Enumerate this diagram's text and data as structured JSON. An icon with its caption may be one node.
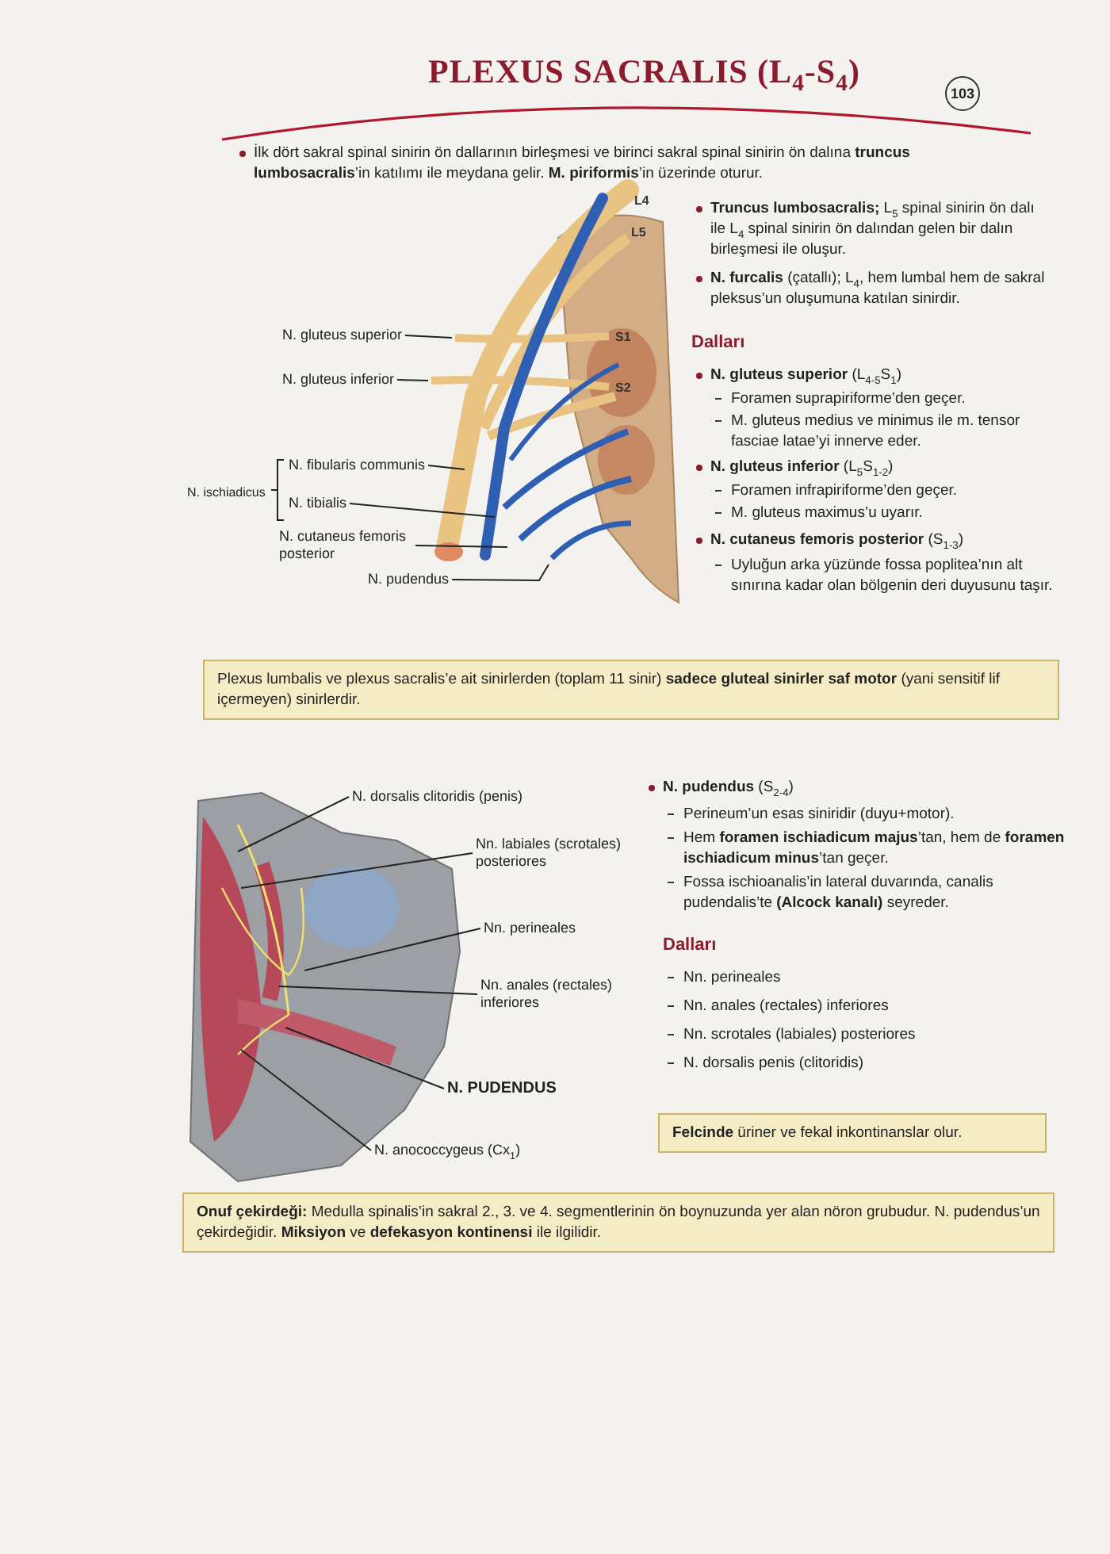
{
  "diagram": {
    "title": "PLEXUS SACRALIS (L$_{4}$-S$_{4}$)",
    "nodes": [
      {
        "text": [
          "N. gluteus superior"
        ]
      },
      {
        "text": [
          "N. gluteus inferior"
        ]
      },
      {
        "text": [
          "N. fibularis communis"
        ]
      },
      {
        "text": [
          "N. tibialis"
        ]
      },
      {
        "text": [
          "N. cutaneus femoris posterior"
        ]
      },
      {
        "text": [
          "N. pudendus"
        ]
      },
      {
        "text": [
          "Plexus lumbalis ve plexus sacralis’e ait sinirlerden (toplam 11 sinir) **sadece gluteal sinirler saf motor** (yani sensitif lif içermeyen) sinirlerdir."
        ]
      },
      {
        "text": [
          "N. dorsalis clitoridis (penis)"
        ]
      },
      {
        "text": [
          "Nn. labiales (scrotales) posteriores"
        ]
      },
      {
        "text": [
          "Nn. perineales"
        ]
      },
      {
        "text": [
          "Nn. anales (rectales) inferiores"
        ]
      },
      {
        "text": [
          "N. PUDENDUS"
        ]
      },
      {
        "text": [
          "N. anococcygeus (Cx$_{1}$)"
        ]
      },
      {
        "text": [
          "**Felcinde** üriner ve fekal inkontinanslar olur."
        ]
      },
      {
        "text": [
          "**Onuf çekirdeği:** Medulla spinalis’in sakral 2., 3. ve 4. segmentlerinin ön boynuzunda yer alan nöron grubudur. N. pudendus’un çekirdeğidir. **Miksiyon** ve **defekasyon kontinensi** ile ilgilidir."
        ]
      },
      {
        "text": [],
        "shape": "picture"
      },
      {
        "text": [],
        "shape": "picture"
      }
    ],
    "edges": [
      {
        "from": 0,
        "to": 15,
        "arrow": "none"
      },
      {
        "from": 1,
        "to": 15,
        "arrow": "none"
      },
      {
        "from": 2,
        "to": 15,
        "arrow": "none"
      },
      {
        "from": 3,
        "to": 15,
        "arrow": "none"
      },
      {
        "from": 4,
        "to": 15,
        "arrow": "none"
      },
      {
        "from": 5,
        "to": 15,
        "arrow": "none"
      },
      {
        "from": 7,
        "to": 16,
        "arrow": "none"
      },
      {
        "from": 8,
        "to": 16,
        "arrow": "none"
      },
      {
        "from": 9,
        "to": 16,
        "arrow": "none"
      },
      {
        "from": 10,
        "to": 16,
        "arrow": "none"
      },
      {
        "from": 11,
        "to": 16,
        "arrow": "none"
      },
      {
        "from": 12,
        "to": 16,
        "arrow": "none"
      }
    ],
    "labels": [
      "103",
      "İlk dört sakral spinal sinirin ön dallarının birleşmesi ve birinci sakral spinal sinirin ön dalına **truncus lumbosacralis**’in katılımı ile meydana gelir. **M. piriformis**’in üzerinde oturur.",
      "L4",
      "L5",
      "S1",
      "S2",
      "N. ischiadicus",
      "**Truncus lumbosacralis;** L$_{5}$ spinal sinirin ön dalı ile L$_{4}$ spinal sinirin ön dalından gelen bir dalın birleşmesi ile oluşur.",
      "**N. furcalis** (çatallı); L$_{4}$, hem lumbal hem de sakral pleksus’un oluşumuna katılan sinirdir.",
      "Dalları",
      "**N. gluteus superior** (L$_{4-5}$S$_{1}$)",
      "Foramen suprapiriforme’den geçer.",
      "M. gluteus medius ve minimus ile m. tensor fasciae latae’yi innerve eder.",
      "**N. gluteus inferior** (L$_{5}$S$_{1-2}$)",
      "Foramen infrapiriforme’den geçer.",
      "M. gluteus maximus’u uyarır.",
      "**N. cutaneus femoris posterior** (S$_{1-3}$)",
      "Uyluğun arka yüzünde fossa poplitea’nın alt sınırına kadar olan bölgenin deri duyusunu taşır.",
      "**N. pudendus** (S$_{2-4}$)",
      "Perineum’un esas siniridir (duyu+motor).",
      "Hem **foramen ischiadicum majus**’tan, hem de **foramen ischiadicum minus**’tan geçer.",
      "Fossa ischioanalis’in lateral duvarında, canalis pudendalis’te **(Alcock kanalı)** seyreder.",
      "Dalları",
      "Nn. perineales",
      "Nn. anales (rectales) inferiores",
      "Nn. scrotales (labiales) posteriores",
      "N. dorsalis penis (clitoridis)"
    ]
  }
}
